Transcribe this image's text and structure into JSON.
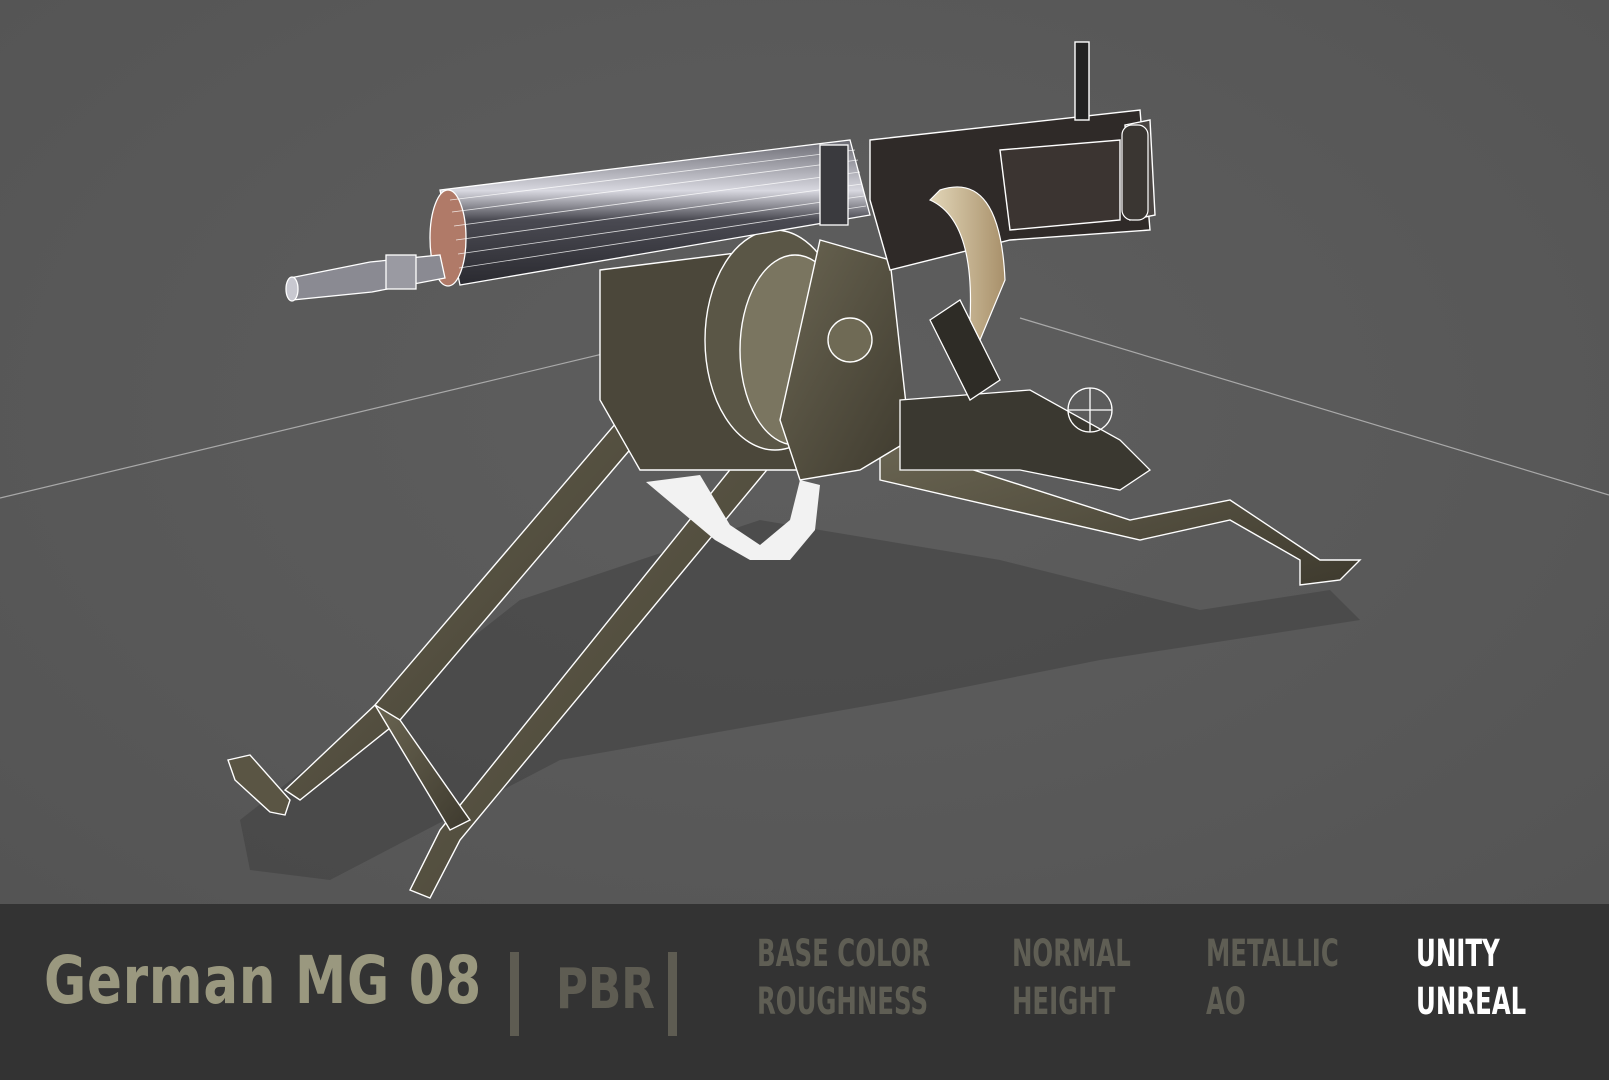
{
  "banner": {
    "title": "German MG 08",
    "badge": "PBR",
    "texture_maps": {
      "column1": [
        "BASE COLOR",
        "ROUGHNESS"
      ],
      "column2": [
        "NORMAL",
        "HEIGHT"
      ],
      "column3": [
        "METALLIC",
        "AO"
      ]
    },
    "engines": [
      "UNITY",
      "UNREAL"
    ]
  },
  "scene": {
    "subject": "MG 08 machine gun on sled mount (wireframe overlay render)",
    "colors": {
      "background": "#595959",
      "banner_bg": "#333333",
      "title_color": "#9a987f",
      "muted_text": "#5f5e54",
      "highlight_text": "#ffffff",
      "mount_olive": "#4f4b3c",
      "barrel_steel": "#3c3c42",
      "ammo_belt": "#c9b894"
    }
  }
}
